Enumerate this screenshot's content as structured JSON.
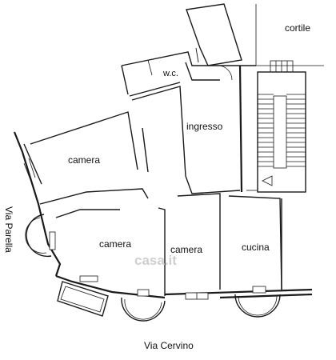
{
  "rooms": {
    "cortile": "cortile",
    "wc": "w.c.",
    "ingresso": "ingresso",
    "camera_1": "camera",
    "camera_2": "camera",
    "camera_3": "camera",
    "cucina": "cucina"
  },
  "streets": {
    "left": "Via Parella",
    "bottom": "Via Cervino"
  },
  "watermark": "casa.it"
}
